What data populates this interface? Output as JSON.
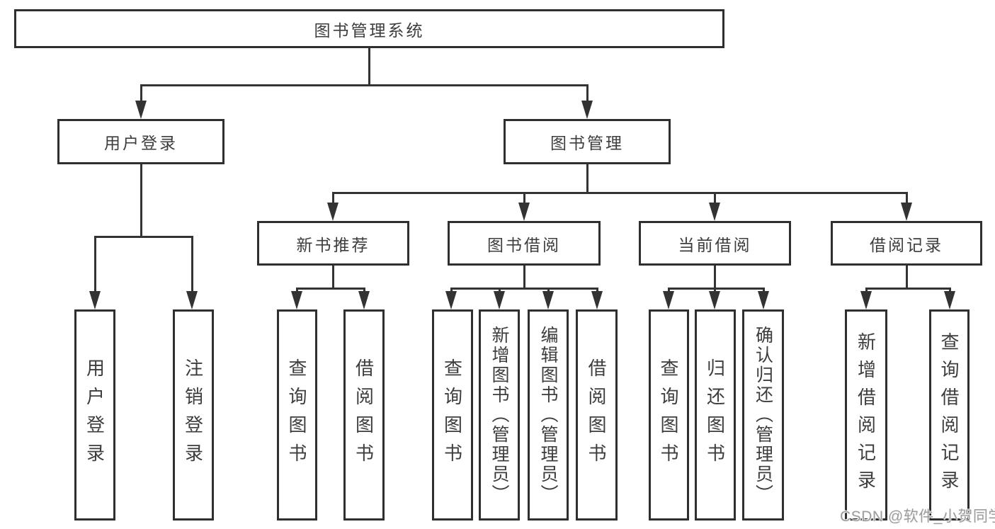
{
  "diagram": {
    "nodes": {
      "root": "图书管理系统",
      "user_login": "用户登录",
      "book_mgmt": "图书管理",
      "ul_login": "用户登录",
      "ul_logout": "注销登录",
      "new_book_rec": "新书推荐",
      "book_borrow": "图书借阅",
      "current_borrow": "当前借阅",
      "borrow_record": "借阅记录",
      "nb_query_book": "查询图书",
      "nb_borrow_book": "借阅图书",
      "bb_query_book": "查询图书",
      "bb_add_book": "新增图书（管理员）",
      "bb_edit_book": "编辑图书（管理员）",
      "bb_borrow_book": "借阅图书",
      "cb_query_book": "查询图书",
      "cb_return_book": "归还图书",
      "cb_confirm_return": "确认归还（管理员）",
      "br_add_record": "新增借阅记录",
      "br_query_record": "查询借阅记录"
    },
    "colors": {
      "line": "#333333",
      "text": "#3d3d3d",
      "background": "#ffffff",
      "watermark_text": "#9c9c9c"
    }
  },
  "watermark": "CSDN @软件_小贺同学"
}
